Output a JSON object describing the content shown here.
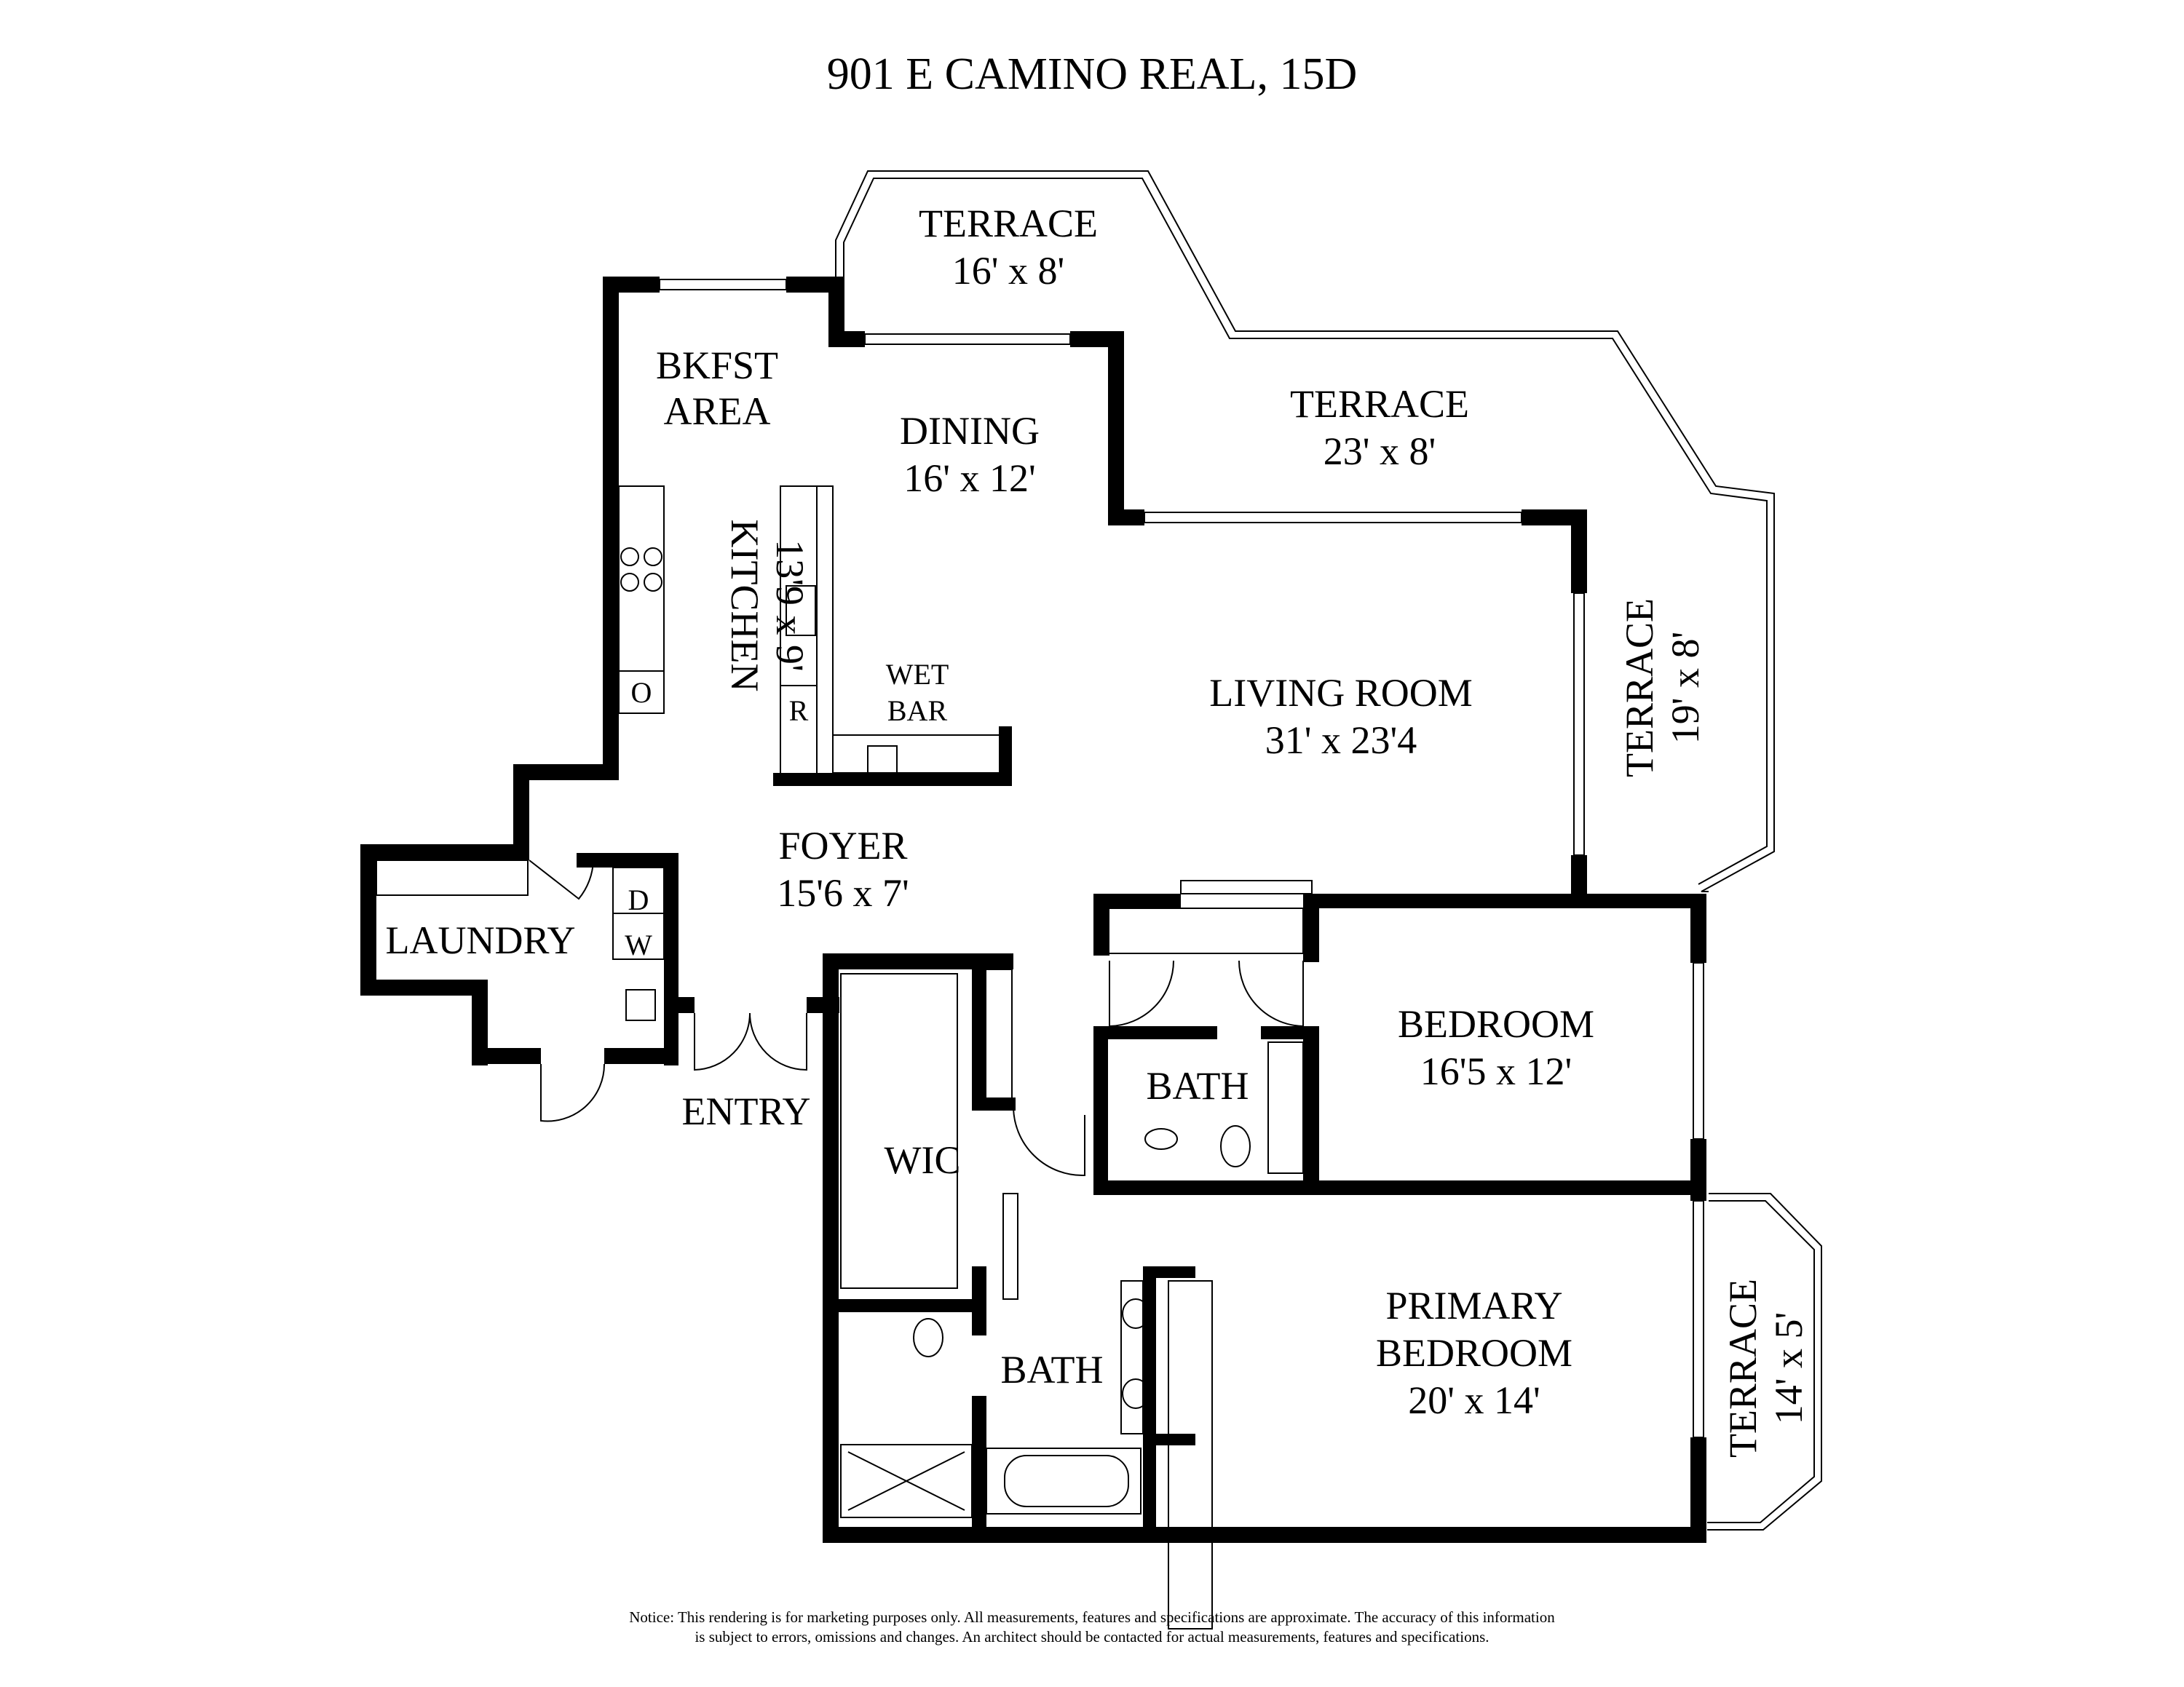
{
  "title": "901 E CAMINO REAL, 15D",
  "rooms": {
    "terrace_top": {
      "name": "TERRACE",
      "dims": "16' x 8'"
    },
    "bkfst": {
      "line1": "BKFST",
      "line2": "AREA"
    },
    "dining": {
      "name": "DINING",
      "dims": "16' x 12'"
    },
    "terrace_mid": {
      "name": "TERRACE",
      "dims": "23' x 8'"
    },
    "kitchen": {
      "name": "KITCHEN",
      "dims": "13'9 x 9'"
    },
    "wet_bar": {
      "line1": "WET",
      "line2": "BAR"
    },
    "living": {
      "name": "LIVING ROOM",
      "dims": "31' x 23'4"
    },
    "terrace_right": {
      "name": "TERRACE",
      "dims": "19' x 8'"
    },
    "foyer": {
      "name": "FOYER",
      "dims": "15'6 x 7'"
    },
    "laundry": {
      "name": "LAUNDRY"
    },
    "entry": {
      "name": "ENTRY"
    },
    "bedroom": {
      "name": "BEDROOM",
      "dims": "16'5 x 12'"
    },
    "bath_upper": {
      "name": "BATH"
    },
    "wic": {
      "name": "WIC"
    },
    "bath_lower": {
      "name": "BATH"
    },
    "primary": {
      "line1": "PRIMARY",
      "line2": "BEDROOM",
      "dims": "20' x 14'"
    },
    "terrace_small": {
      "name": "TERRACE",
      "dims": "14' x 5'"
    }
  },
  "appliances": {
    "oven": "O",
    "refrigerator": "R",
    "dryer": "D",
    "washer": "W"
  },
  "notice": {
    "line1": "Notice: This rendering is for marketing purposes only. All measurements, features and specifications are approximate. The accuracy of this information",
    "line2": "is subject to errors, omissions and changes. An architect should be contacted for actual measurements, features and specifications."
  }
}
